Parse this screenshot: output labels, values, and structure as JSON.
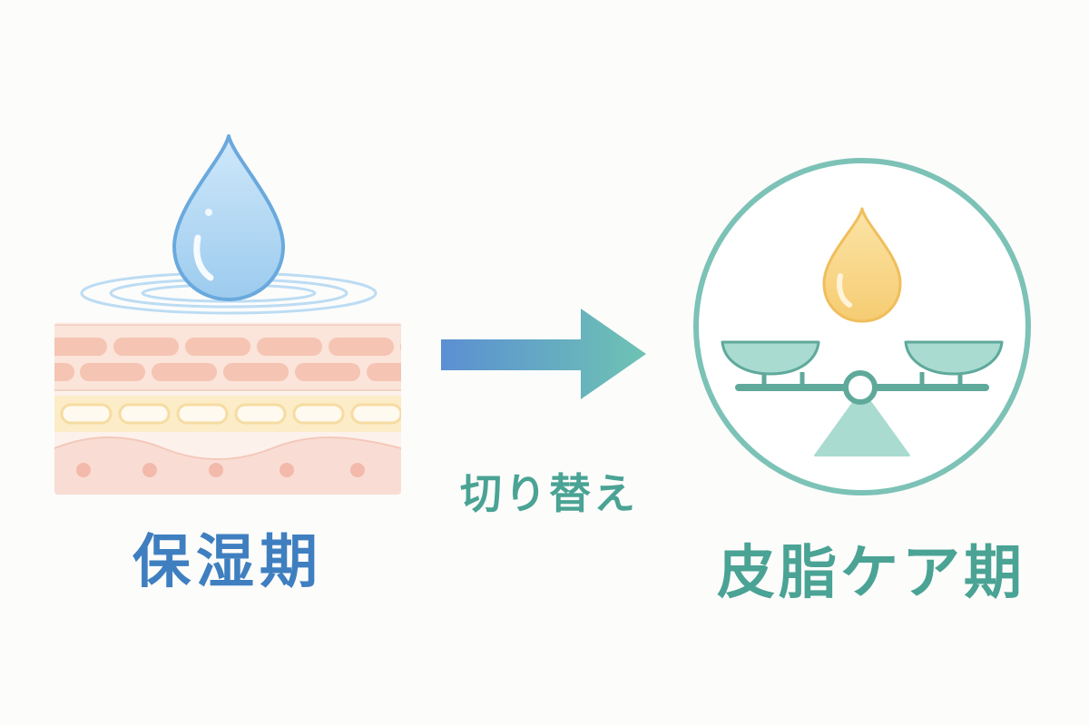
{
  "labels": {
    "moisture_phase": "保湿期",
    "switch": "切り替え",
    "sebum_care_phase": "皮脂ケア期"
  },
  "colors": {
    "moisture_text": "#3f7fc0",
    "switch_text": "#4aa394",
    "sebum_text": "#4aa394",
    "water_drop": "#a9d4f2",
    "oil_drop": "#f7d27e",
    "circle_outline": "#7cc2b6",
    "scale": "#5fa99b",
    "arrow_start": "#5b8fd3",
    "arrow_end": "#6ec3b3",
    "skin_brick": "#f5c6b6",
    "skin_fat": "#fbe9bf",
    "skin_dermis": "#f9ddd4"
  },
  "icons": {
    "water": "water-drop-icon",
    "oil": "oil-drop-icon",
    "balance": "balance-scale-icon",
    "arrow": "arrow-right-icon",
    "skin": "skin-layers-icon"
  }
}
